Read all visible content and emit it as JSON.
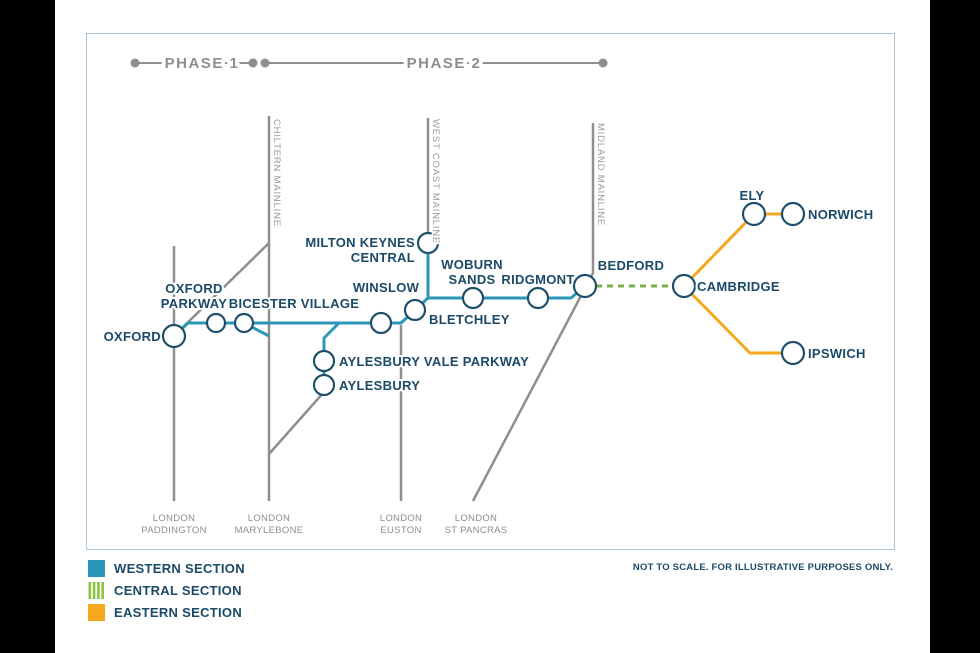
{
  "phase_bar": {
    "phase1": "PHASE 1",
    "phase2": "PHASE 2"
  },
  "mainlines": {
    "chiltern": "CHILTERN MAINLINE",
    "west_coast": "WEST COAST MAINLINE",
    "midland": "MIDLAND MAINLINE"
  },
  "terminals": {
    "paddington": {
      "line1": "LONDON",
      "line2": "PADDINGTON"
    },
    "marylebone": {
      "line1": "LONDON",
      "line2": "MARYLEBONE"
    },
    "euston": {
      "line1": "LONDON",
      "line2": "EUSTON"
    },
    "st_pancras": {
      "line1": "LONDON",
      "line2": "ST PANCRAS"
    }
  },
  "stations": {
    "oxford": "OXFORD",
    "oxford_parkway": {
      "line1": "OXFORD",
      "line2": "PARKWAY"
    },
    "bicester_village": "BICESTER VILLAGE",
    "aylesbury_vale_parkway": "AYLESBURY VALE PARKWAY",
    "aylesbury": "AYLESBURY",
    "winslow": "WINSLOW",
    "bletchley": "BLETCHLEY",
    "milton_keynes_central": {
      "line1": "MILTON KEYNES",
      "line2": "CENTRAL"
    },
    "woburn_sands": {
      "line1": "WOBURN",
      "line2": "SANDS"
    },
    "ridgmont": "RIDGMONT",
    "bedford": "BEDFORD",
    "cambridge": "CAMBRIDGE",
    "ely": "ELY",
    "norwich": "NORWICH",
    "ipswich": "IPSWICH"
  },
  "legend": {
    "western": "WESTERN SECTION",
    "central": "CENTRAL SECTION",
    "eastern": "EASTERN SECTION"
  },
  "disclaimer": "NOT TO SCALE. FOR ILLUSTRATIVE PURPOSES ONLY.",
  "colors": {
    "western": "#2a96b8",
    "central": "#7cab4a",
    "central_legend": "#8dc63f",
    "eastern": "#f5a81e",
    "infrastructure": "#8f8f8f",
    "phase_gray": "#8e8e8e",
    "label_navy": "#1b4a68",
    "circle_stroke": "#1f4f6b",
    "terminal_gray": "#8e8e8e",
    "mainline_gray": "#9b9b9b",
    "map_border": "#a9c3d6"
  }
}
